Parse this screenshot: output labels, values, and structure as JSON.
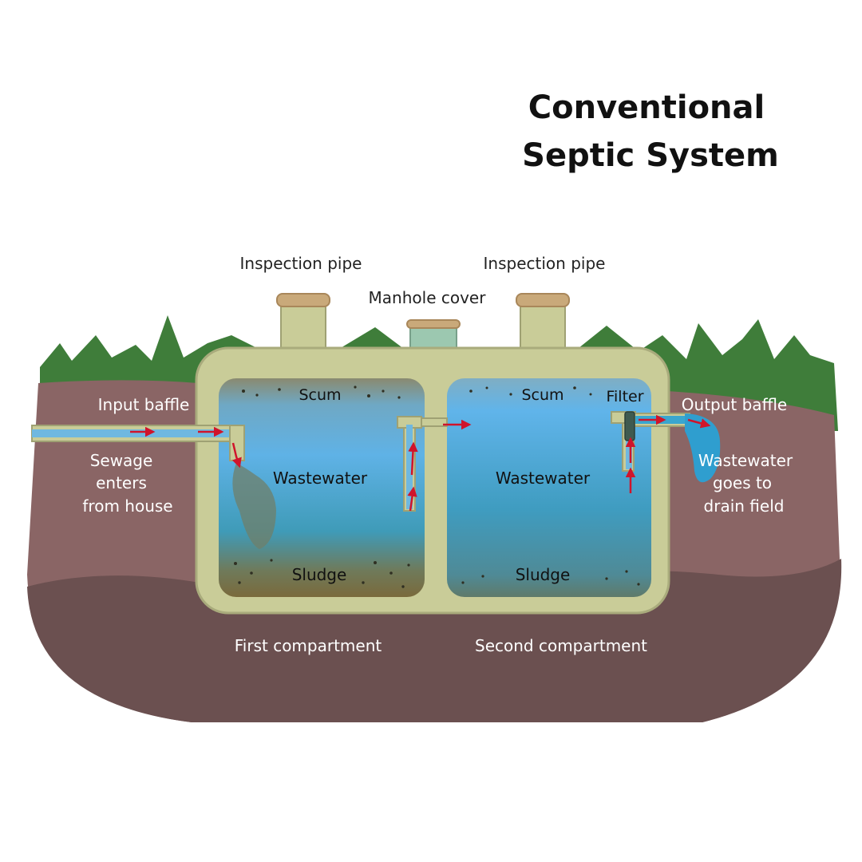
{
  "title": {
    "line1": "Conventional",
    "line2": "Septic System"
  },
  "labels": {
    "inspection_pipe_left": "Inspection pipe",
    "inspection_pipe_right": "Inspection pipe",
    "manhole_cover": "Manhole cover",
    "input_baffle": "Input baffle",
    "output_baffle": "Output baffle",
    "sewage_line1": "Sewage",
    "sewage_line2": "enters",
    "sewage_line3": "from house",
    "drain_line1": "Wastewater",
    "drain_line2": "goes to",
    "drain_line3": "drain field",
    "scum_1": "Scum",
    "scum_2": "Scum",
    "filter": "Filter",
    "wastewater_1": "Wastewater",
    "wastewater_2": "Wastewater",
    "sludge_1": "Sludge",
    "sludge_2": "Sludge",
    "first_compartment": "First compartment",
    "second_compartment": "Second compartment"
  },
  "colors": {
    "grass": "#3f7d3a",
    "soil_top": "#8a6565",
    "soil_bottom": "#6b5050",
    "tank_shell": "#c9cc98",
    "water_light": "#5fb2e6",
    "water_deep": "#3b95b2",
    "sludge": "#7a6a3c",
    "cap": "#c9a97a",
    "manhole": "#9cc8b0",
    "arrow": "#d0142b"
  }
}
